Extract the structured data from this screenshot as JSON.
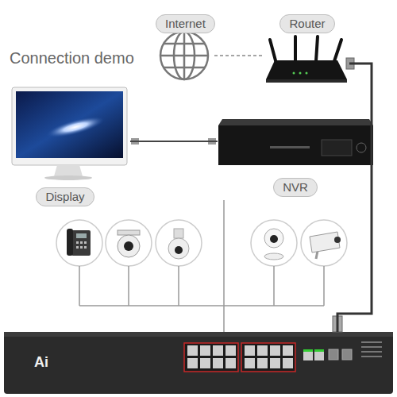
{
  "diagram": {
    "title": "Connection demo",
    "nodes": [
      {
        "text": [
          "Internet"
        ]
      },
      {
        "text": [
          "Router"
        ]
      },
      {
        "text": [
          "Display"
        ]
      },
      {
        "text": [
          "NVR"
        ]
      },
      {
        "text": [
          "Ai"
        ]
      }
    ],
    "edges": [
      {
        "from": 0,
        "to": 1,
        "arrow": "none"
      },
      {
        "from": 2,
        "to": 3,
        "arrow": "none"
      },
      {
        "from": 3,
        "to": 4,
        "arrow": "none"
      },
      {
        "from": 1,
        "to": 4,
        "arrow": "none"
      }
    ]
  }
}
